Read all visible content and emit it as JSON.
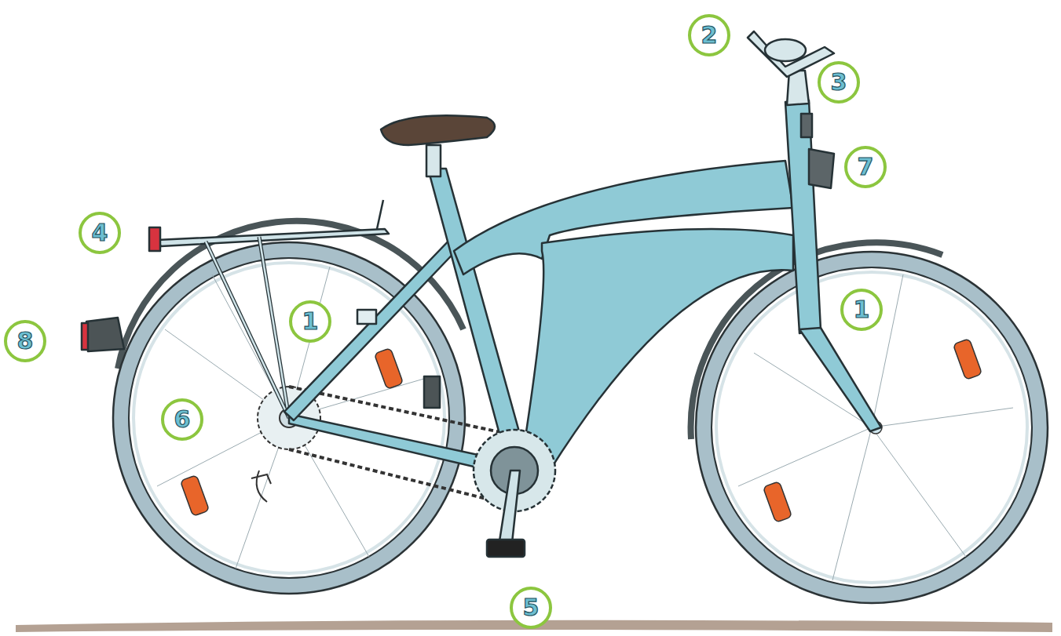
{
  "diagram": {
    "labels": [
      "2",
      "3",
      "7",
      "4",
      "1",
      "1",
      "8",
      "6",
      "5"
    ]
  }
}
